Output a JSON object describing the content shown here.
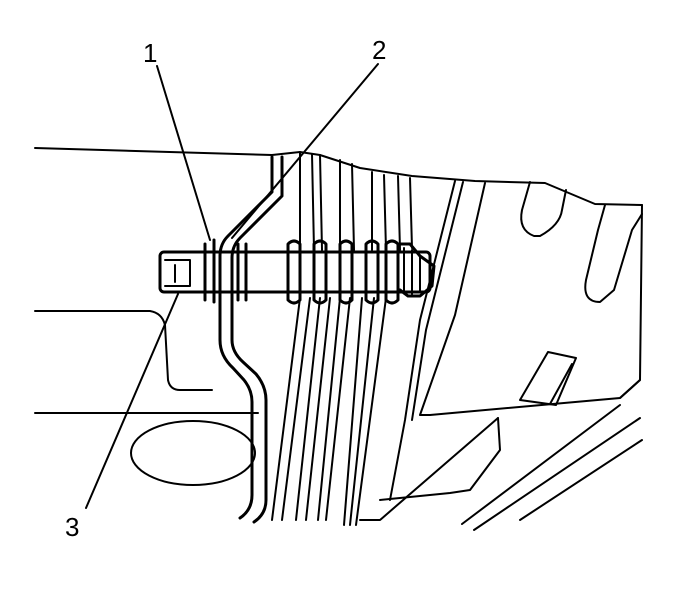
{
  "callouts": [
    {
      "id": "1",
      "label": "1"
    },
    {
      "id": "2",
      "label": "2"
    },
    {
      "id": "3",
      "label": "3"
    }
  ],
  "colors": {
    "line": "#000000",
    "background": "#ffffff"
  }
}
